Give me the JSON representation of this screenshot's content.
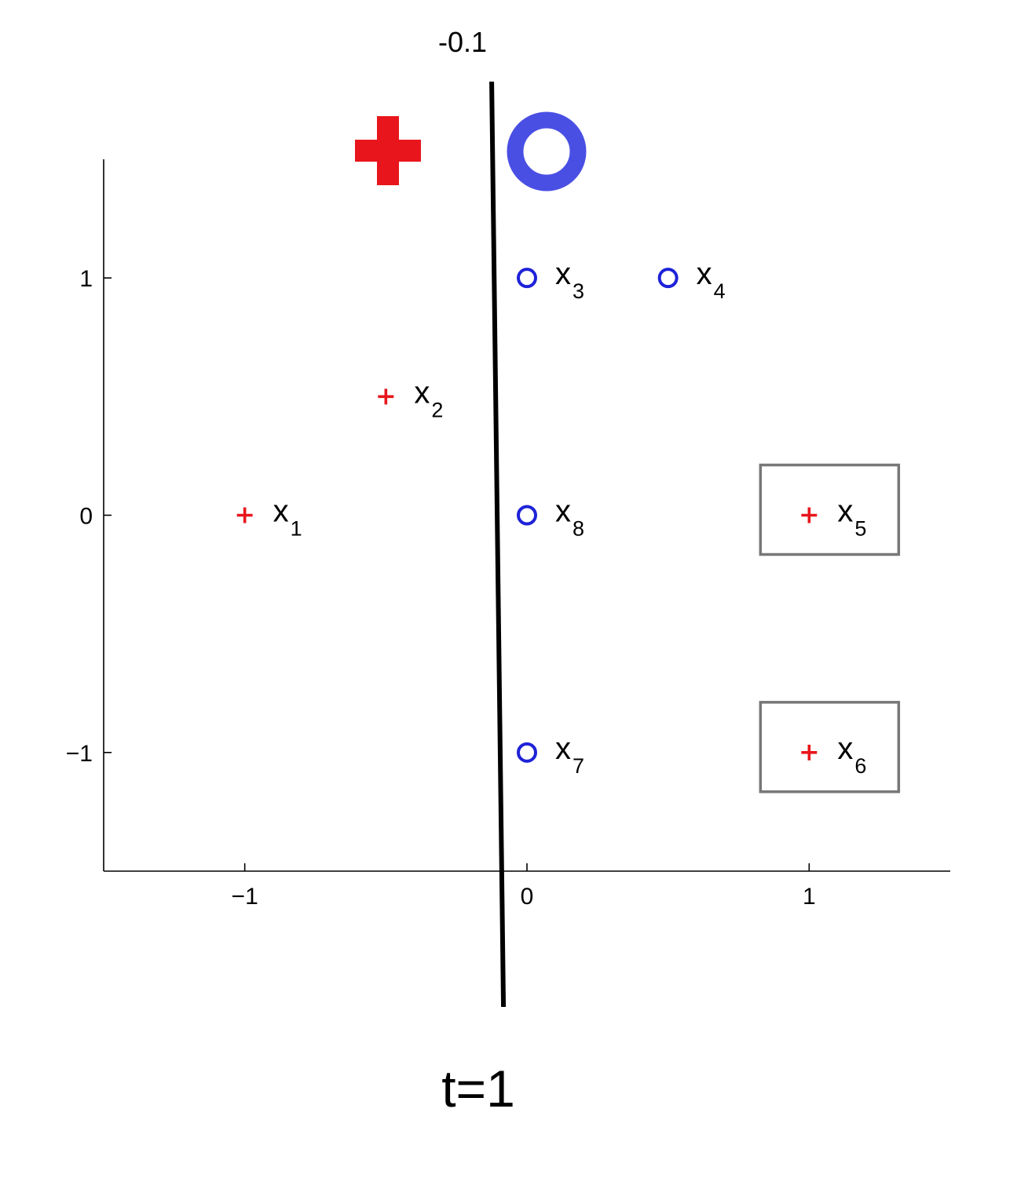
{
  "chart_data": {
    "type": "scatter",
    "xlim": [
      -1.5,
      1.5
    ],
    "ylim": [
      -1.5,
      1.5
    ],
    "x_ticks": [
      -1,
      0,
      1
    ],
    "x_tick_labels": [
      "−1",
      "0",
      "1"
    ],
    "y_ticks": [
      1,
      0,
      -1
    ],
    "y_tick_labels": [
      "1",
      "0",
      "−1"
    ],
    "grid": false,
    "points": [
      {
        "x": -1,
        "y": 0,
        "class": "plus",
        "name": "x",
        "sub": "1"
      },
      {
        "x": -0.5,
        "y": 0.5,
        "class": "plus",
        "name": "x",
        "sub": "2"
      },
      {
        "x": 0,
        "y": 1,
        "class": "circle",
        "name": "x",
        "sub": "3"
      },
      {
        "x": 0.5,
        "y": 1,
        "class": "circle",
        "name": "x",
        "sub": "4"
      },
      {
        "x": 1,
        "y": 0,
        "class": "plus",
        "name": "x",
        "sub": "5",
        "boxed": true
      },
      {
        "x": 1,
        "y": -1,
        "class": "plus",
        "name": "x",
        "sub": "6",
        "boxed": true
      },
      {
        "x": 0,
        "y": -1,
        "class": "circle",
        "name": "x",
        "sub": "7"
      },
      {
        "x": 0,
        "y": 0,
        "class": "circle",
        "name": "x",
        "sub": "8"
      }
    ],
    "decision_boundary": {
      "x": -0.1,
      "label": "-0.1",
      "left_class": "plus",
      "right_class": "circle"
    },
    "iteration_label": "t=1",
    "colors": {
      "plus": "#e8161c",
      "circle": "#1e22d8",
      "big_circle": "#4a4fe4",
      "box": "#777777",
      "boundary": "#000000"
    }
  }
}
